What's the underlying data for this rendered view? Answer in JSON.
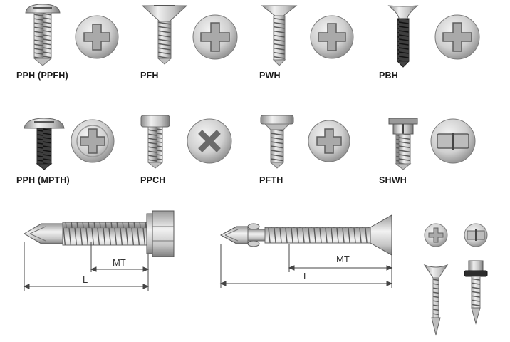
{
  "labels": {
    "pph_ppfh": "PPH (PPFH)",
    "pfh": "PFH",
    "pwh": "PWH",
    "pbh": "PBH",
    "pph_mpth": "PPH (MPTH)",
    "ppch": "PPCH",
    "pfth": "PFTH",
    "shwh": "SHWH"
  },
  "dimensions": {
    "left_mt": "MT",
    "left_l": "L",
    "right_mt": "MT",
    "right_l": "L"
  },
  "colors": {
    "metal_light": "#e6e6e6",
    "metal_mid": "#b4b4b4",
    "metal_dark": "#6e6e6e",
    "line": "#555555",
    "washer_dark": "#2c2c2c"
  }
}
